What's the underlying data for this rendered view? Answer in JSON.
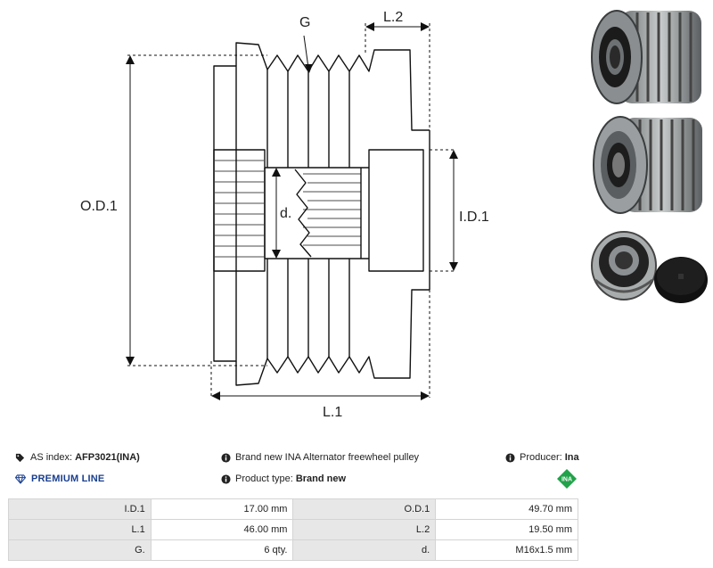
{
  "diagram": {
    "labels": {
      "od": "O.D.1",
      "id": "I.D.1",
      "l1": "L.1",
      "l2": "L.2",
      "g": "G",
      "d": "d."
    }
  },
  "info": {
    "as_index_label": "AS index:",
    "as_index_value": "AFP3021(INA)",
    "description": "Brand new INA Alternator freewheel pulley",
    "producer_label": "Producer:",
    "producer_value": "Ina",
    "premium_line": "PREMIUM LINE",
    "product_type_label": "Product type:",
    "product_type_value": "Brand new",
    "ina_logo_text": "INA"
  },
  "specs": {
    "rows": [
      [
        {
          "label": "I.D.1",
          "value": "17.00 mm"
        },
        {
          "label": "O.D.1",
          "value": "49.70 mm"
        }
      ],
      [
        {
          "label": "L.1",
          "value": "46.00 mm"
        },
        {
          "label": "L.2",
          "value": "19.50 mm"
        }
      ],
      [
        {
          "label": "G.",
          "value": "6 qty."
        },
        {
          "label": "d.",
          "value": "M16x1.5 mm"
        }
      ]
    ]
  },
  "colors": {
    "premium_blue": "#1a3f8f",
    "ina_green": "#22a24a",
    "table_label_bg": "#e7e7e7"
  },
  "icons": {
    "as_index": "tag-icon",
    "description": "info-icon",
    "producer": "info-icon",
    "premium": "diamond-icon",
    "product_type": "info-icon",
    "brand": "ina-logo-icon"
  }
}
